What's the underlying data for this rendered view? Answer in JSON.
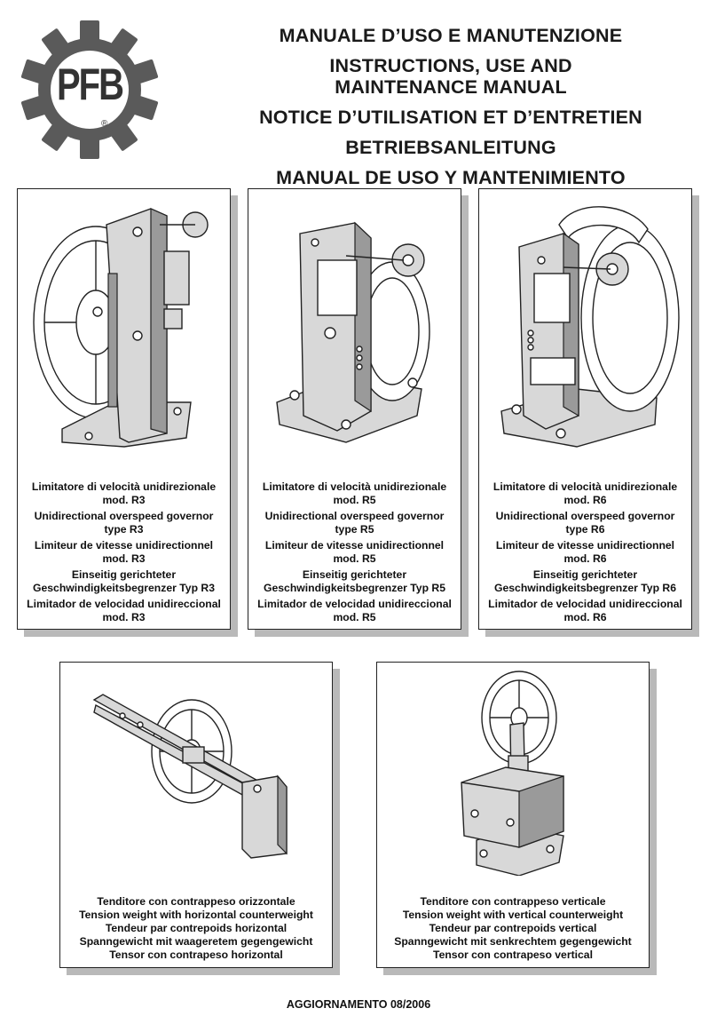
{
  "logo": {
    "brand": "PFB",
    "registered": "®"
  },
  "titles": {
    "it": "MANUALE D’USO E MANUTENZIONE",
    "en_line1": "INSTRUCTIONS, USE AND",
    "en_line2": "MAINTENANCE MANUAL",
    "fr": "NOTICE D’UTILISATION ET D’ENTRETIEN",
    "de": "BETRIEBSANLEITUNG",
    "es": "MANUAL DE USO Y MANTENIMIENTO"
  },
  "products": [
    {
      "it": [
        "Limitatore di velocità unidirezionale",
        "mod. R3"
      ],
      "en": [
        "Unidirectional overspeed governor",
        "type R3"
      ],
      "fr": [
        "Limiteur de vitesse unidirectionnel",
        "mod. R3"
      ],
      "de": [
        "Einseitig gerichteter",
        "Geschwindigkeitsbegrenzer Typ R3"
      ],
      "es": [
        "Limitador de velocidad unidireccional",
        "mod. R3"
      ]
    },
    {
      "it": [
        "Limitatore di velocità unidirezionale",
        "mod. R5"
      ],
      "en": [
        "Unidirectional overspeed governor",
        "type R5"
      ],
      "fr": [
        "Limiteur de vitesse unidirectionnel",
        "mod. R5"
      ],
      "de": [
        "Einseitig gerichteter",
        "Geschwindigkeitsbegrenzer Typ R5"
      ],
      "es": [
        "Limitador de velocidad unidireccional",
        "mod. R5"
      ]
    },
    {
      "it": [
        "Limitatore di velocità unidirezionale",
        "mod. R6"
      ],
      "en": [
        "Unidirectional overspeed governor",
        "type R6"
      ],
      "fr": [
        "Limiteur de vitesse unidirectionnel",
        "mod. R6"
      ],
      "de": [
        "Einseitig gerichteter",
        "Geschwindigkeitsbegrenzer Typ R6"
      ],
      "es": [
        "Limitador de velocidad unidireccional",
        "mod. R6"
      ]
    }
  ],
  "tensioners": [
    {
      "it": "Tenditore con contrappeso orizzontale",
      "en": "Tension weight with horizontal counterweight",
      "fr": "Tendeur par contrepoids horizontal",
      "de": "Spanngewicht mit waageretem gegengewicht",
      "es": "Tensor con contrapeso horizontal"
    },
    {
      "it": "Tenditore con contrappeso verticale",
      "en": "Tension weight with vertical counterweight",
      "fr": "Tendeur par contrepoids vertical",
      "de": "Spanngewicht mit senkrechtem gegengewicht",
      "es": "Tensor con contrapeso vertical"
    }
  ],
  "footer": {
    "update": "AGGIORNAMENTO 08/2006"
  }
}
